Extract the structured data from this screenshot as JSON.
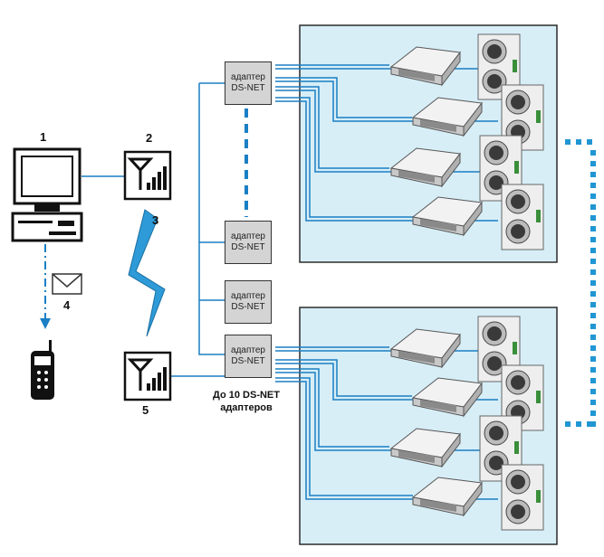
{
  "labels": {
    "computer": "1",
    "gateway": "2",
    "wireless_link": "3",
    "message": "4",
    "remote_gateway": "5"
  },
  "adapters": [
    {
      "line1": "адаптер",
      "line2": "DS-NET"
    },
    {
      "line1": "адаптер",
      "line2": "DS-NET"
    },
    {
      "line1": "адаптер",
      "line2": "DS-NET"
    },
    {
      "line1": "адаптер",
      "line2": "DS-NET"
    }
  ],
  "caption": {
    "line1": "До 10 DS-NET",
    "line2": "адаптеров"
  },
  "colors": {
    "line": "#1a7fc4",
    "zone": "#d7eef7",
    "zone_border": "#2b2b2b",
    "adapter": "#d4d4d4",
    "dots": "#2096d3"
  }
}
